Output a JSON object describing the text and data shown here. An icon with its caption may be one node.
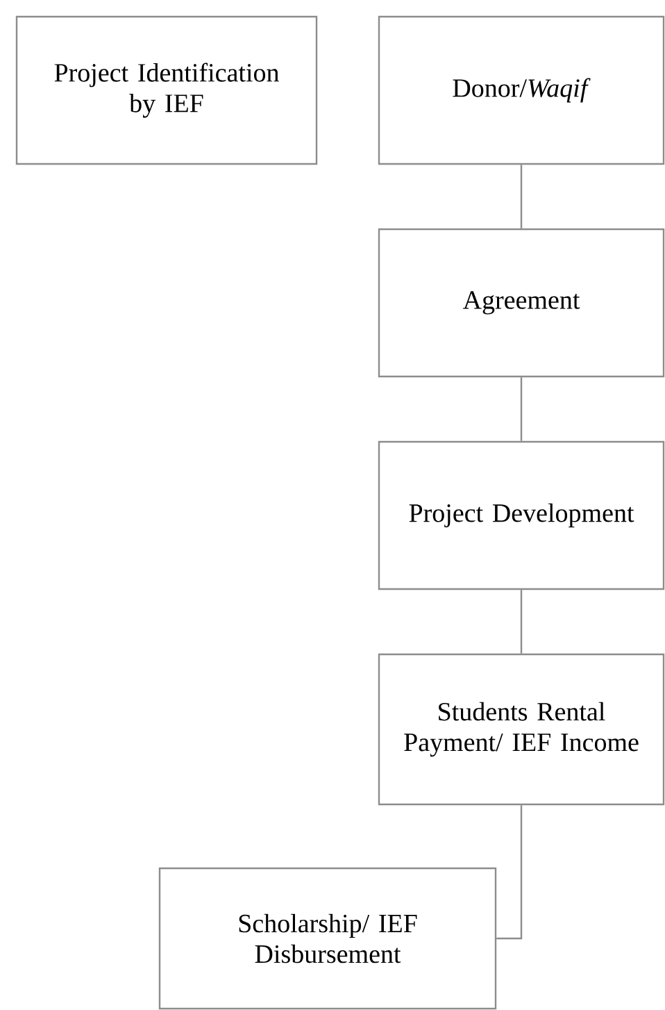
{
  "diagram": {
    "nodes": [
      {
        "text": [
          "Project Identification by IEF"
        ]
      },
      {
        "text": [
          "Donor/*Waqif*"
        ]
      },
      {
        "text": [
          "Agreement"
        ]
      },
      {
        "text": [
          "Project Development"
        ]
      },
      {
        "text": [
          "Students Rental Payment/ IEF Income"
        ]
      },
      {
        "text": [
          "Scholarship/ IEF Disbursement"
        ]
      }
    ],
    "edges": [
      {
        "from": 1,
        "to": 2,
        "arrow": "none"
      },
      {
        "from": 2,
        "to": 3,
        "arrow": "none"
      },
      {
        "from": 3,
        "to": 4,
        "arrow": "none"
      },
      {
        "from": 4,
        "to": 5,
        "arrow": "none"
      }
    ]
  }
}
